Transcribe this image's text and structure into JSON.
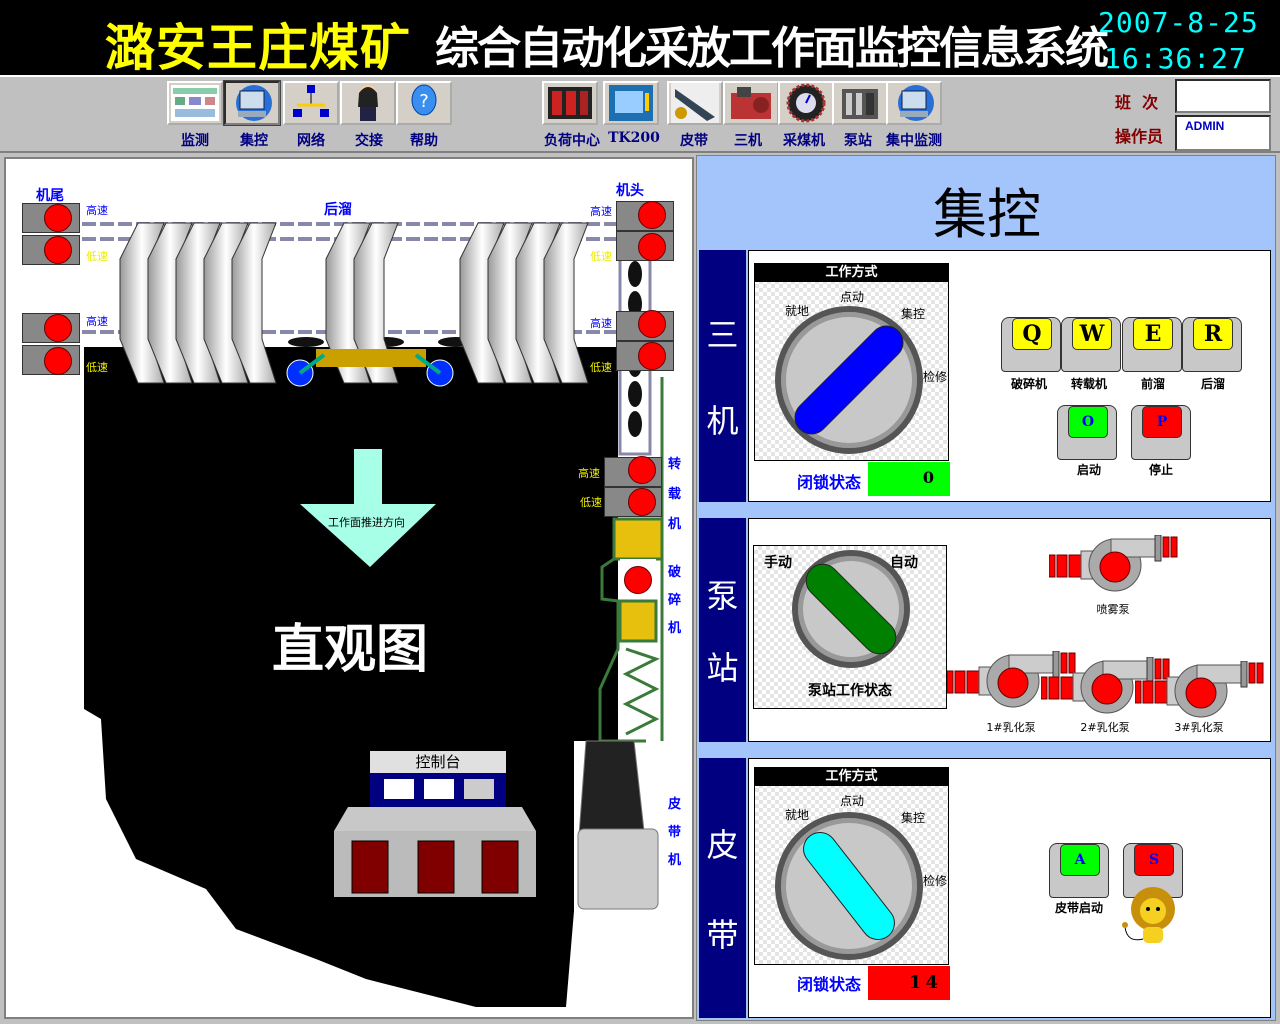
{
  "header": {
    "mine_name": "潞安王庄煤矿",
    "system_title": "综合自动化采放工作面监控信息系统",
    "date": "2007-8-25",
    "time": "16:36:27"
  },
  "toolbar": {
    "left_buttons": [
      {
        "label": "监测",
        "icon": "monitor-screen-icon"
      },
      {
        "label": "集控",
        "icon": "computer-icon",
        "selected": true
      },
      {
        "label": "网络",
        "icon": "network-icon"
      },
      {
        "label": "交接",
        "icon": "person-icon"
      },
      {
        "label": "帮助",
        "icon": "help-icon"
      }
    ],
    "right_buttons": [
      {
        "label": "负荷中心",
        "icon": "load-center-icon"
      },
      {
        "label": "TK200",
        "icon": "tk200-panel-icon"
      },
      {
        "label": "皮带",
        "icon": "belt-icon"
      },
      {
        "label": "三机",
        "icon": "three-machines-icon"
      },
      {
        "label": "采煤机",
        "icon": "shearer-icon"
      },
      {
        "label": "泵站",
        "icon": "pump-station-icon"
      },
      {
        "label": "集中监测",
        "icon": "computer-icon"
      }
    ],
    "shift_label": "班  次",
    "shift_value": "",
    "operator_label": "操作员",
    "operator_value": "ADMIN"
  },
  "diagram": {
    "tail_label": "机尾",
    "head_label": "机头",
    "rear_conveyor_label": "后溜",
    "high_speed": "高速",
    "low_speed": "低速",
    "advance_direction": "工作面推进方向",
    "title": "直观图",
    "console_label": "控制台",
    "transfer_label": [
      "转",
      "载",
      "机"
    ],
    "crusher_label": [
      "破",
      "碎",
      "机"
    ],
    "belt_label": [
      "皮",
      "带",
      "机"
    ]
  },
  "panel": {
    "title": "集控",
    "three_machines": {
      "tab": [
        "三",
        "机"
      ],
      "mode_header": "工作方式",
      "positions": [
        "就地",
        "点动",
        "集控",
        "检修"
      ],
      "lock_label": "闭锁状态",
      "lock_value": "0",
      "keys": [
        {
          "key": "Q",
          "label": "破碎机"
        },
        {
          "key": "W",
          "label": "转载机"
        },
        {
          "key": "E",
          "label": "前溜"
        },
        {
          "key": "R",
          "label": "后溜"
        }
      ],
      "start": {
        "key": "O",
        "label": "启动"
      },
      "stop": {
        "key": "P",
        "label": "停止"
      }
    },
    "pump_station": {
      "tab": [
        "泵",
        "站"
      ],
      "manual": "手动",
      "auto": "自动",
      "status_label": "泵站工作状态",
      "pumps": [
        "喷雾泵",
        "1#乳化泵",
        "2#乳化泵",
        "3#乳化泵"
      ]
    },
    "belt": {
      "tab": [
        "皮",
        "带"
      ],
      "mode_header": "工作方式",
      "positions": [
        "就地",
        "点动",
        "集控",
        "检修"
      ],
      "lock_label": "闭锁状态",
      "lock_value": "14",
      "start": {
        "key": "A",
        "label": "皮带启动"
      },
      "stop": {
        "key": "S"
      }
    }
  },
  "colors": {
    "accent": "#000080",
    "panel_bg": "#a4c4fc",
    "on": "#00ff00",
    "off": "#ff0000"
  }
}
